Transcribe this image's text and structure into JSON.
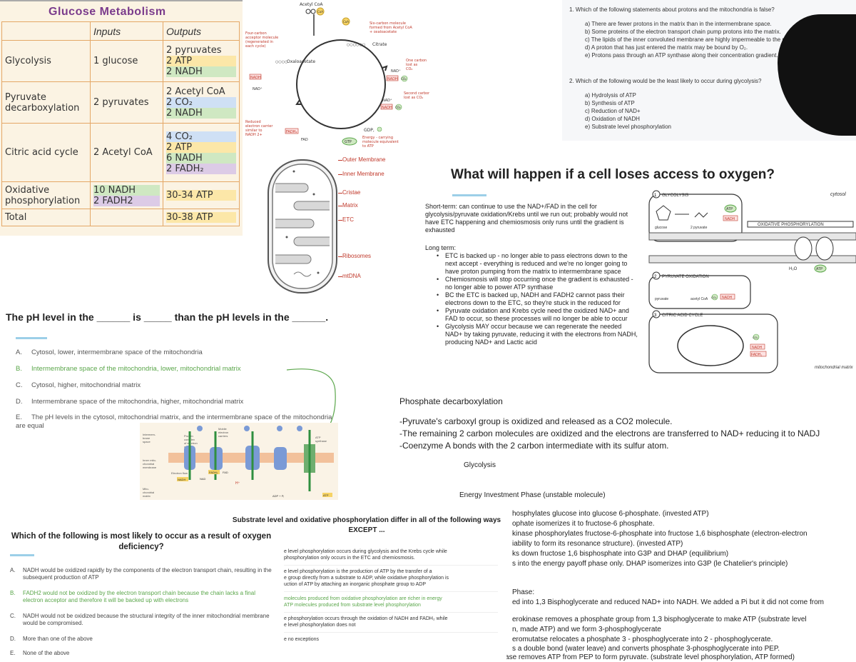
{
  "table": {
    "title": "Glucose Metabolism",
    "headers": [
      "",
      "Inputs",
      "Outputs"
    ],
    "rows": [
      {
        "label": "Glycolysis",
        "input": "1 glucose",
        "outputs": [
          "2 pyruvates",
          "2 ATP",
          "2 NADH"
        ]
      },
      {
        "label": "Pyruvate decarboxylation",
        "input": "2 pyruvates",
        "outputs": [
          "2 Acetyl CoA",
          "2 CO₂",
          "2 NADH"
        ]
      },
      {
        "label": "Citric acid cycle",
        "input": "2 Acetyl CoA",
        "outputs": [
          "4 CO₂",
          "2 ATP",
          "6 NADH",
          "2 FADH₂"
        ]
      },
      {
        "label": "Oxidative phosphorylation",
        "inputs": [
          "10 NADH",
          "2 FADH2"
        ],
        "outputs": [
          "30-34 ATP"
        ]
      },
      {
        "label": "Total",
        "input": "",
        "outputs": [
          "30-38 ATP"
        ]
      }
    ],
    "colors": {
      "border": "#e4a766",
      "title": "#7a3b8c",
      "yellow": "#fce7a8",
      "green": "#cfe8c2",
      "blue": "#cfe0f5",
      "purple": "#dccbe6"
    }
  },
  "krebs": {
    "acetyl": "Acetyl CoA",
    "coa": "CoA",
    "citrate": "Citrate",
    "oxaloacetate": "Oxaloacetate",
    "nad": "NAD⁺",
    "nadh": "NADH",
    "h": "H⁺",
    "co2": "CO₂",
    "fad": "FAD",
    "fadh2": "FADH₂",
    "gdp": "GDP,",
    "gtp": "GTP",
    "note_six": "Six-carbon molecule formed from Acetyl CoA + oxaloacetate",
    "note_four": "Four-carbon acceptor molecule (regenerated in each cycle)",
    "note_one": "One carbon lost as CO₂",
    "note_second": "Second carbon lost as CO₂",
    "note_reduced": "Reduced electron carrier similar to NADH 2+",
    "note_energy": "Energy-carrying molecule equivalent to ATP"
  },
  "q1": {
    "q1": "1.  Which of the following statements about protons and the mitochondria is false?",
    "q1_opts": [
      "a)   There are fewer protons in the matrix than in the intermembrane space.",
      "b)   Some proteins of the electron transport chain pump protons into the matrix.",
      "c)   The lipids of the inner convoluted membrane are highly impermeable to the passage of protons.",
      "d)   A proton that has just entered the matrix may be bound by O₂.",
      "e)   Protons pass through an ATP synthase along their concentration gradient."
    ],
    "q2": "2.  Which of the following would be the least likely to occur during glycolysis?",
    "q2_opts": [
      "a)   Hydrolysis of ATP",
      "b)   Synthesis of ATP",
      "c)   Reduction of NAD+",
      "d)   Oxidation of NADH",
      "e)   Substrate level phosphorylation"
    ]
  },
  "mito": {
    "labels": [
      "Outer Membrane",
      "Inner Membrane",
      "Cristae",
      "Matrix",
      "ETC",
      "Ribosomes",
      "mtDNA"
    ],
    "color": "#c0392b"
  },
  "oxy": {
    "title": "What will happen if a cell loses access to oxygen?",
    "short_term": "Short-term: can continue to use the NAD+/FAD in the cell for glycolysis/pyruvate oxidation/Krebs until we run out; probably would not have ETC happening and chemiosmosis only runs until the gradient is exhausted",
    "long_term": "Long term:",
    "bullets": [
      "ETC is backed up - no longer able to pass electrons down to the next accept - everything is reduced and we're no longer going to have proton pumping from the matrix to intermembrane space",
      "Chemiosmosis will stop occurring once the gradient is exhausted - no longer able to power ATP synthase",
      "BC the ETC is backed up, NADH and FADH2 cannot pass their electrons down to the ETC, so they're stuck in the reduced for",
      "Pyruvate oxidation and Krebs cycle need the oxidized NAD+ and FAD to occur, so these processes will no longer be able to occur",
      "Glycolysis MAY occur because we can regenerate the needed NAD+ by taking pyruvate, reducing it with the electrons from NADH, producing NAD+ and Lactic acid"
    ],
    "diagram": {
      "cytosol": "cytosol",
      "glycolysis": "GLYCOLYSIS",
      "glucose": "glucose",
      "pyruvate2": "2 pyruvate",
      "atp": "ATP",
      "nadh": "NADH",
      "oxphos": "OXIDATIVE PHOSPHORYLATION",
      "pyrox": "PYRUVATE OXIDATION",
      "pyruvate": "pyruvate",
      "acetyl": "acetyl CoA",
      "co2": "CO₂",
      "citric": "CITRIC ACID CYCLE",
      "fadh2": "FADH₂",
      "h2o": "H₂O",
      "matrix": "mitochondrial matrix"
    }
  },
  "ph": {
    "title": "The pH level in the ______ is _____ than the pH levels in the ______.",
    "options": [
      {
        "letter": "A.",
        "text": "Cytosol, lower, intermembrane space of the mitochondria",
        "correct": false
      },
      {
        "letter": "B.",
        "text": "Intermembrane space of the mitochondria, lower, mitochondrial matrix",
        "correct": true
      },
      {
        "letter": "C.",
        "text": "Cytosol, higher, mitochondrial matrix",
        "correct": false
      },
      {
        "letter": "D.",
        "text": "Intermembrane space of the mitochondria, higher, mitochondrial matrix",
        "correct": false
      },
      {
        "letter": "E.",
        "text": "The pH levels in the cytosol, mitochondrial matrix, and the intermembrane space of the mitochondria are equal",
        "correct": false
      }
    ],
    "accent": "#5aa64a"
  },
  "etc": {
    "ims": "Intermem-brane space",
    "inner": "Inner mito-chondrial membrane",
    "matrix": "Mito-chondrial matrix",
    "complex": "Protein complex of electron carriers",
    "mobile": "Mobile electron carriers",
    "atp_synthase": "ATP synthase",
    "flow": "Electron flow",
    "nadh": "NADH",
    "nad": "NAD",
    "fadh2": "FADH₂",
    "fad": "FAD",
    "h": "H⁺",
    "adp": "ADP + Pᵢ",
    "atp": "ATP"
  },
  "phos": {
    "title": "Phosphate decarboxylation",
    "lines": [
      "-Pyruvate's carboxyl group is oxidized and released as a CO2 molecule.",
      "-The remaining 2 carbon molecules are oxidized and the electrons are transferred to NAD+ reducing it to NADJ",
      "-Coenzyme A bonds with the 2 carbon intermediate with its sulfur atom."
    ],
    "glycolysis": "Glycolysis",
    "investment": "Energy Investment Phase (unstable molecule)",
    "inv_lines": [
      "hosphylates glucose into glucose 6-phosphate. (invested ATP)",
      "ophate isomerizes it to fructose-6 phosphate.",
      "kinase phosphorylates fructose-6-phosphate into fructose 1,6  bisphosphate (electron-electron",
      "iability to form its resonance structure). (invested ATP)",
      "ks down fructose 1,6 bisphosphate into G3P and DHAP (equilibrium)",
      "s into the energy payoff phase only. DHAP isomerizes into G3P (le Chatelier's principle)"
    ],
    "phase": "Phase:",
    "pay_lines": [
      "ed into 1,3 Bisphoglycerate and reduced NAD+ into NADH. We added a Pi but it did not come from",
      "erokinase removes a phosphate group from 1,3 bisphoglycerate to make ATP (substrate level",
      "n, made ATP) and we form 3-phosphoglycerate",
      "eromutatse relocates a phosphate 3 - phosphoglycerate into 2 - phosphoglycerate.",
      "s a double bond (water leave) and converts phosphate 3-phosphoglycerate into PEP.",
      "-Pyruvate Kinase removes ATP from PEP to form pyruvate. (substrate level phosphorylation, ATP formed)"
    ]
  },
  "sub": {
    "title": "Substrate level and oxidative phosphorylation differ in all of the following ways EXCEPT ...",
    "options": [
      {
        "lines": [
          "e level phosphorylation occurs during glycolysis and the Krebs cycle while",
          "phosphorylation only occurs in the ETC and chemiosmosis."
        ],
        "correct": false
      },
      {
        "lines": [
          "e level phosphorylation is the production of ATP by the transfer of a",
          "e group directly from a substrate to ADP, while oxidative phosphorylation is",
          "uction of ATP by attaching an inorganic phosphate group to ADP"
        ],
        "correct": false
      },
      {
        "lines": [
          "molecules produced from oxidative phosphorylation are richer in energy",
          "ATP molecules produced from substrate level phosphorylation"
        ],
        "correct": true
      },
      {
        "lines": [
          "e phosphorylation occurs through the oxidation of NADH and FADH₂ while",
          "e level phosphorylation does not"
        ],
        "correct": false
      },
      {
        "lines": [
          "e no exceptions"
        ],
        "correct": false
      }
    ]
  },
  "ox2": {
    "title": "Which of the following is most likely to occur as a result of oxygen deficiency?",
    "options": [
      {
        "letter": "A.",
        "text": "NADH would be oxidized rapidly by the components of the electron transport chain, resulting in the subsequent production of ATP",
        "correct": false
      },
      {
        "letter": "B.",
        "text": "FADH2 would not be oxidized by the electron transport chain because the chain lacks a final electron acceptor and therefore it will be backed up with electrons",
        "correct": true
      },
      {
        "letter": "C.",
        "text": "NADH would not be oxidized because the structural integrity of the inner mitochondrial membrane would be compromised.",
        "correct": false
      },
      {
        "letter": "D.",
        "text": "More than one of the above",
        "correct": false
      },
      {
        "letter": "E.",
        "text": "None of the above",
        "correct": false
      }
    ]
  }
}
